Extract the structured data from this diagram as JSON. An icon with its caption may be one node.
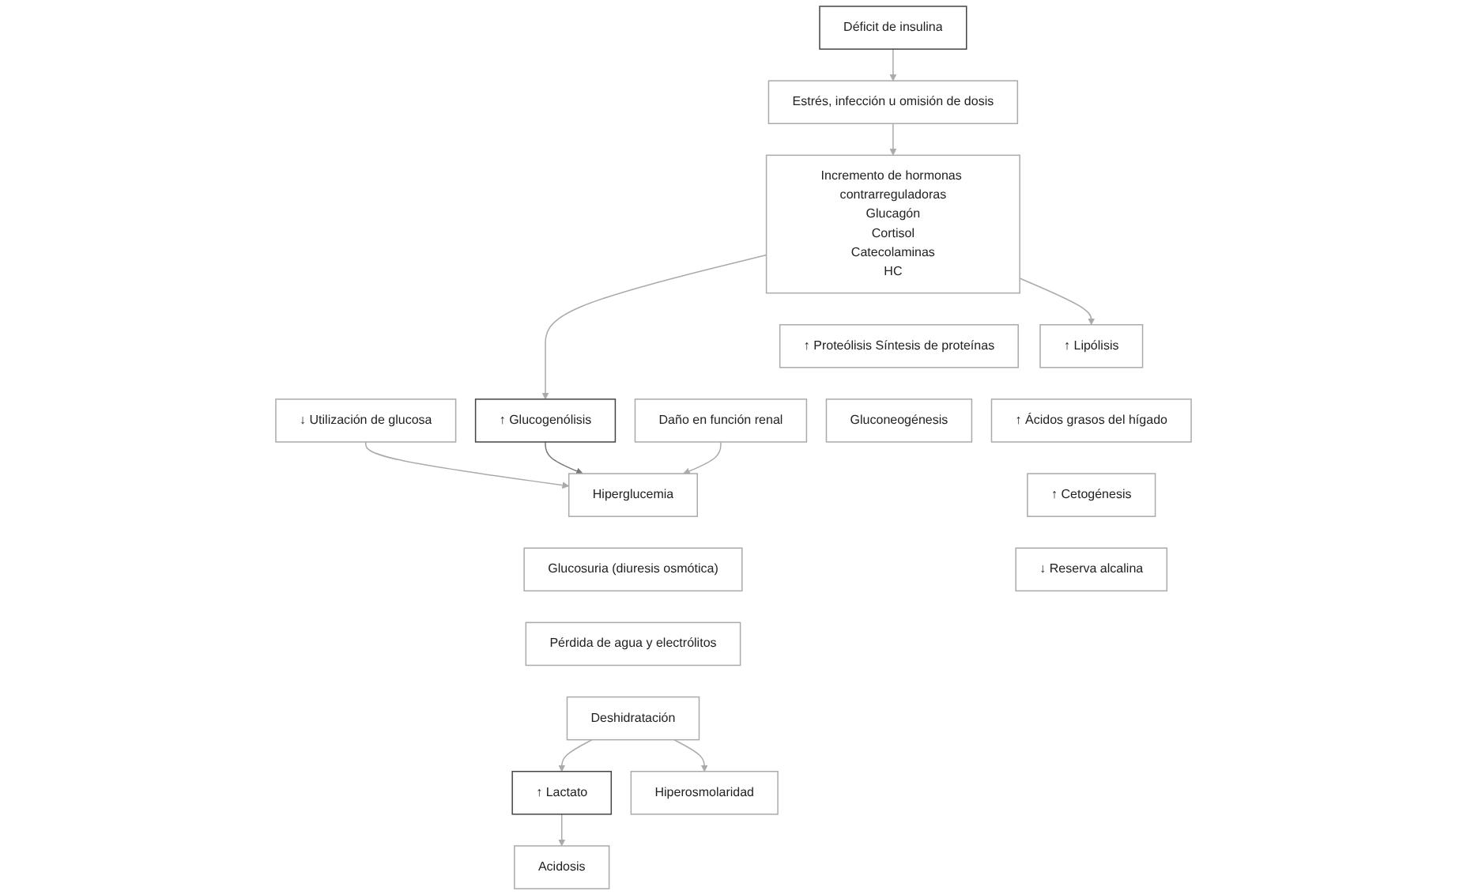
{
  "diagram": {
    "nodes": [
      {
        "text": [
          "Déficit de insulina"
        ]
      },
      {
        "text": [
          "Estrés, infección u omisión de dosis"
        ]
      },
      {
        "text": [
          "Incremento de hormonas contrarreguladoras",
          "Glucagón",
          "Cortisol",
          "Catecolaminas",
          "HC"
        ]
      },
      {
        "text": [
          "↑ Lipólisis"
        ]
      },
      {
        "text": [
          "↓ Utilización de glucosa"
        ]
      },
      {
        "text": [
          "↑ Proteólisis Síntesis de proteínas"
        ]
      },
      {
        "text": [
          "↑ Glucogenólisis"
        ]
      },
      {
        "text": [
          "↑ Ácidos grasos del hígado"
        ]
      },
      {
        "text": [
          "Gluconeogénesis"
        ]
      },
      {
        "text": [
          "Hiperglucemia"
        ]
      },
      {
        "text": [
          "↑ Cetogénesis"
        ]
      },
      {
        "text": [
          "Glucosuria (diuresis osmótica)"
        ]
      },
      {
        "text": [
          "Pérdida de agua y electrólitos"
        ]
      },
      {
        "text": [
          "↓ Reserva alcalina"
        ]
      },
      {
        "text": [
          "Acidosis"
        ]
      },
      {
        "text": [
          "↑ Lactato"
        ]
      },
      {
        "text": [
          "Deshidratación"
        ]
      },
      {
        "text": [
          "Hiperosmolaridad"
        ]
      },
      {
        "text": [
          "Daño en función renal"
        ]
      }
    ],
    "edges": [
      {
        "from": 0,
        "to": 1,
        "arrow": "to"
      },
      {
        "from": 1,
        "to": 2,
        "arrow": "to"
      },
      {
        "from": 2,
        "to": 3,
        "arrow": "to"
      },
      {
        "from": 2,
        "to": 6,
        "arrow": "to"
      },
      {
        "from": 4,
        "to": 9,
        "arrow": "to"
      },
      {
        "from": 6,
        "to": 9,
        "arrow": "to",
        "color": "#777777"
      },
      {
        "from": 18,
        "to": 9,
        "arrow": "to"
      },
      {
        "from": 16,
        "to": 15,
        "arrow": "to"
      },
      {
        "from": 15,
        "to": 14,
        "arrow": "to"
      },
      {
        "from": 16,
        "to": 17,
        "arrow": "to"
      }
    ]
  }
}
